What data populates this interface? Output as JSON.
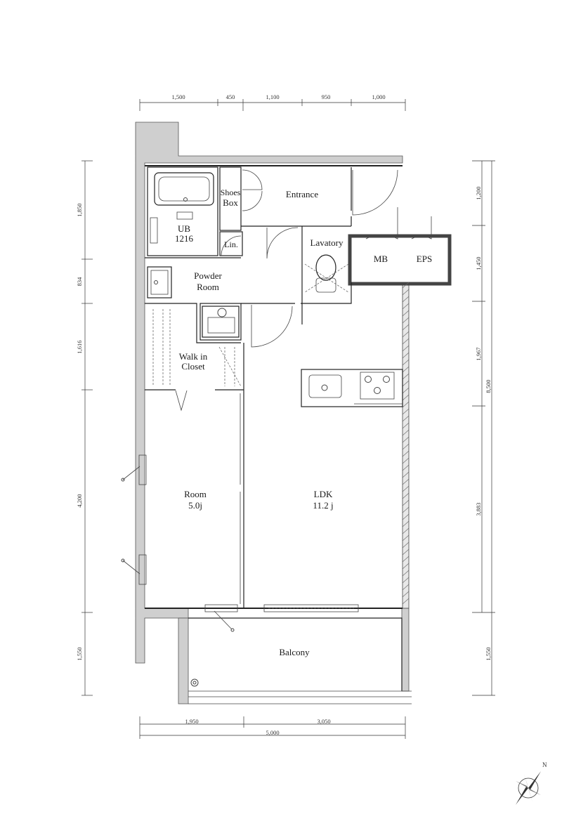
{
  "rooms": {
    "entrance": "Entrance",
    "shoes_box_1": "Shoes",
    "shoes_box_2": "Box",
    "ub_1": "UB",
    "ub_2": "1216",
    "lin": "Lin.",
    "lavatory": "Lavatory",
    "mb": "MB",
    "eps": "EPS",
    "powder_1": "Powder",
    "powder_2": "Room",
    "wic_1": "Walk in",
    "wic_2": "Closet",
    "room_1": "Room",
    "room_2": "5.0j",
    "ldk_1": "LDK",
    "ldk_2": "11.2 j",
    "balcony": "Balcony"
  },
  "dimensions": {
    "top": [
      "1,500",
      "450",
      "1,100",
      "950",
      "1,000"
    ],
    "bottom": [
      "1,950",
      "3,050"
    ],
    "bottom_total": "5,000",
    "left": [
      "1,850",
      "834",
      "1,616",
      "4,200",
      "1,550"
    ],
    "right": [
      "1,200",
      "1,450",
      "1,967",
      "3,883",
      "1,550"
    ],
    "right_total": "8,500"
  },
  "compass": {
    "north": "N"
  }
}
